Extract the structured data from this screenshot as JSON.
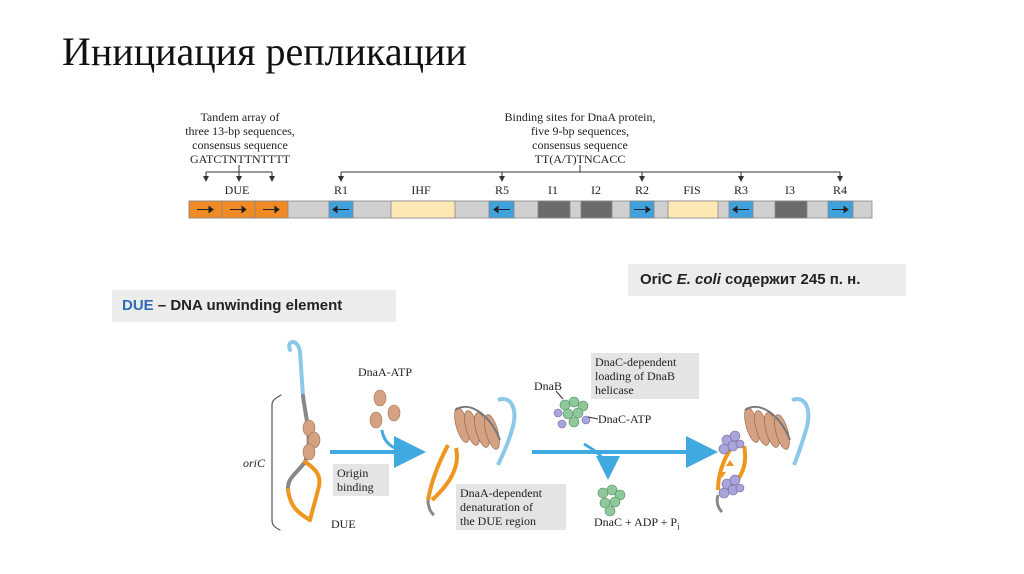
{
  "slide": {
    "title": "Инициация репликации"
  },
  "map": {
    "tandem_note": [
      "Tandem array of",
      "three 13-bp sequences,",
      "consensus sequence",
      "GATCTNTTNTTTT"
    ],
    "binding_note": [
      "Binding sites for DnaA protein,",
      "five 9-bp sequences,",
      "consensus sequence",
      "TT(A/T)TNCACC"
    ],
    "labels": {
      "due": "DUE",
      "r1": "R1",
      "ihf": "IHF",
      "r5": "R5",
      "i1": "I1",
      "i2": "I2",
      "r2": "R2",
      "fis": "FIS",
      "r3": "R3",
      "i3": "I3",
      "r4": "R4"
    }
  },
  "oric_box": {
    "prefix": "OriC ",
    "species": "E. coli",
    "suffix": " содержит 245 п. н."
  },
  "due_box": {
    "term": "DUE",
    "rest": " – DNA unwinding element"
  },
  "diagram": {
    "oric": "oriC",
    "due": "DUE",
    "dnaa_atp": "DnaA-ATP",
    "origin_binding": [
      "Origin",
      "binding"
    ],
    "denaturation": [
      "DnaA-dependent",
      "denaturation of",
      "the DUE region"
    ],
    "dnac_loading": [
      "DnaC-dependent",
      "loading of DnaB",
      "helicase"
    ],
    "dnab": "DnaB",
    "dnac_atp": "DnaC-ATP",
    "products": "DnaC + ADP + P",
    "products_sub": "i"
  },
  "colors": {
    "due_orange": "#f08a24",
    "site_blue": "#3fa2dc",
    "ihf_fis_yellow": "#fce8b4",
    "i_site_gray": "#6b6b6b",
    "segment_gray": "#d0d0d0",
    "arrow_blue": "#3fa9e0",
    "protein_brown": "#d4a183",
    "helicase_green": "#8fc99b",
    "helicase_purple": "#a9a4d9"
  }
}
